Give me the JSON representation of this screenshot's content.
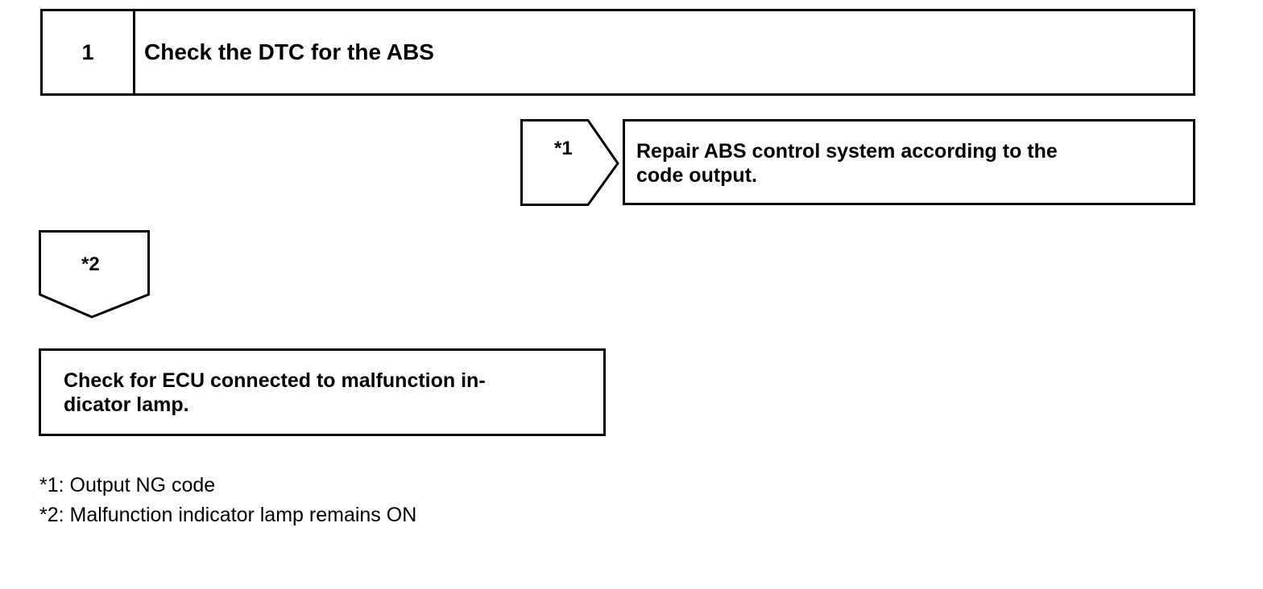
{
  "step": {
    "number": "1",
    "title": "Check the DTC for the ABS"
  },
  "ng_branch": {
    "label": "*1",
    "action_lines": [
      "Repair ABS control system according to the",
      "code output."
    ]
  },
  "ok_branch": {
    "label": "*2",
    "action_lines": [
      "Check for ECU connected to malfunction in-",
      "dicator lamp."
    ]
  },
  "footnotes": [
    "*1: Output NG code",
    "*2: Malfunction indicator lamp remains ON"
  ],
  "colors": {
    "line": "#000000",
    "background": "#ffffff"
  }
}
